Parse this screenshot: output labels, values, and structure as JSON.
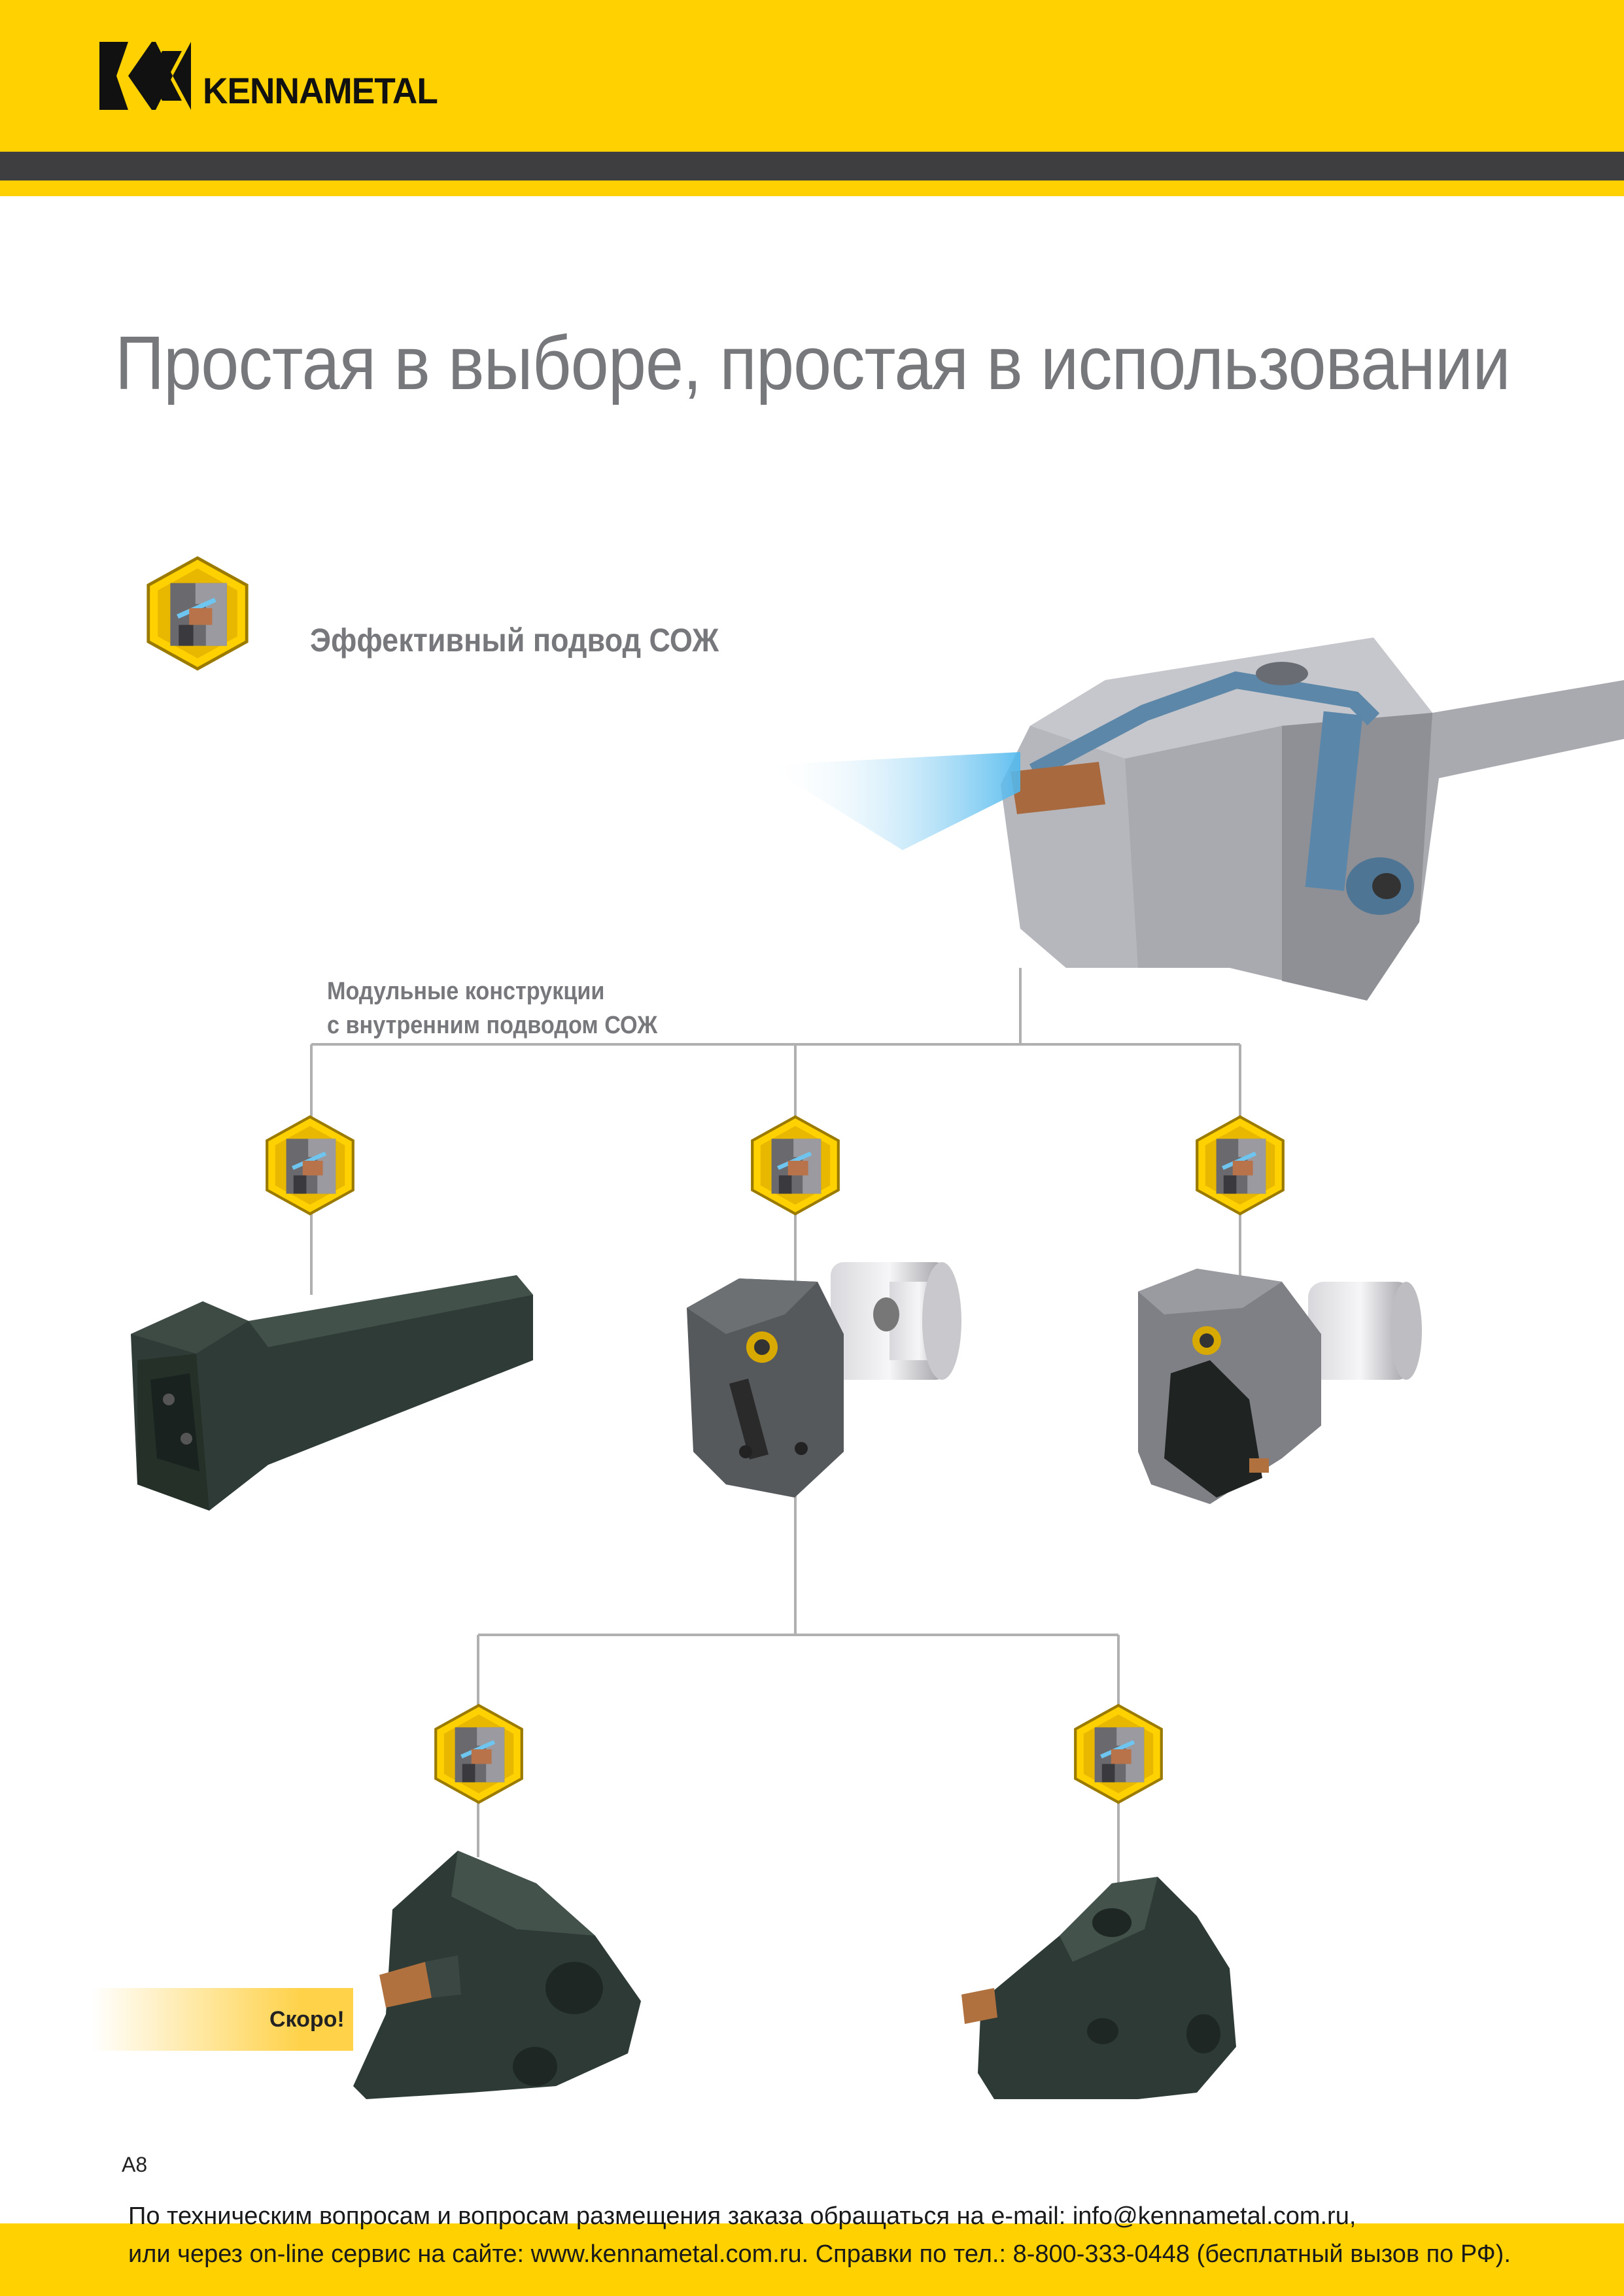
{
  "header": {
    "brand": "KENNAMETAL",
    "colors": {
      "yellow": "#FFD100",
      "dark": "#3e3e40"
    }
  },
  "title": "Простая в выборе, простая в использовании",
  "feature": {
    "label": "Эффективный подвод СОЖ",
    "icon": "coolant-hex-icon"
  },
  "tree": {
    "label_line1": "Модульные конструкции",
    "label_line2": "с внутренним подводом СОЖ"
  },
  "soon_label": "Скоро!",
  "page_number": "A8",
  "footer": {
    "line1": "По техническим вопросам и вопросам размещения заказа обращаться на e-mail: info@kennametal.com.ru,",
    "line2": "или через on-line сервис на сайте: www.kennametal.com.ru. Справки по тел.: 8-800-333-0448 (бесплатный вызов по РФ)."
  }
}
